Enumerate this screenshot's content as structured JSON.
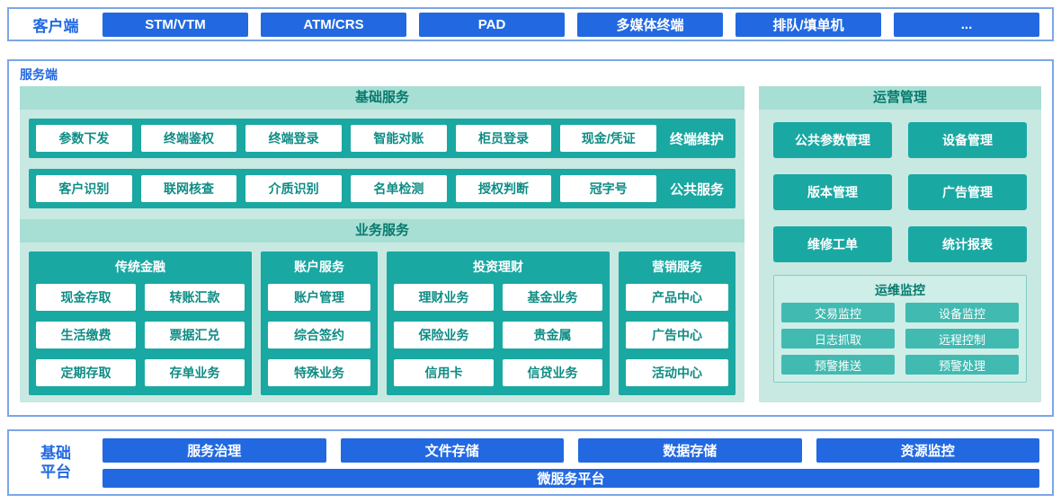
{
  "colors": {
    "accent_blue": "#2269e1",
    "border_blue": "#7ca6e8",
    "panel_teal_light": "#c7e9e1",
    "strip_teal": "#a8dfd4",
    "teal": "#1aa8a3",
    "teal_light_button": "#41bab1",
    "card_text_teal": "#0e8c84"
  },
  "client": {
    "label": "客户端",
    "buttons": [
      "STM/VTM",
      "ATM/CRS",
      "PAD",
      "多媒体终端",
      "排队/填单机",
      "..."
    ]
  },
  "server": {
    "label": "服务端",
    "basic": {
      "title": "基础服务",
      "rows": [
        {
          "label": "终端维护",
          "items": [
            "参数下发",
            "终端鉴权",
            "终端登录",
            "智能对账",
            "柜员登录",
            "现金/凭证"
          ]
        },
        {
          "label": "公共服务",
          "items": [
            "客户识别",
            "联网核查",
            "介质识别",
            "名单检测",
            "授权判断",
            "冠字号"
          ]
        }
      ]
    },
    "business": {
      "title": "业务服务",
      "groups": [
        {
          "title": "传统金融",
          "items": [
            "现金存取",
            "转账汇款",
            "生活缴费",
            "票据汇兑",
            "定期存取",
            "存单业务"
          ]
        },
        {
          "title": "账户服务",
          "items": [
            "账户管理",
            "综合签约",
            "特殊业务"
          ]
        },
        {
          "title": "投资理财",
          "items": [
            "理财业务",
            "基金业务",
            "保险业务",
            "贵金属",
            "信用卡",
            "信贷业务"
          ]
        },
        {
          "title": "营销服务",
          "items": [
            "产品中心",
            "广告中心",
            "活动中心"
          ]
        }
      ]
    },
    "operations": {
      "title": "运营管理",
      "items": [
        "公共参数管理",
        "设备管理",
        "版本管理",
        "广告管理",
        "维修工单",
        "统计报表"
      ],
      "monitoring": {
        "title": "运维监控",
        "items": [
          "交易监控",
          "设备监控",
          "日志抓取",
          "远程控制",
          "预警推送",
          "预警处理"
        ]
      }
    }
  },
  "platform": {
    "label": "基础平台",
    "buttons": [
      "服务治理",
      "文件存储",
      "数据存储",
      "资源监控"
    ],
    "microservice": "微服务平台"
  }
}
